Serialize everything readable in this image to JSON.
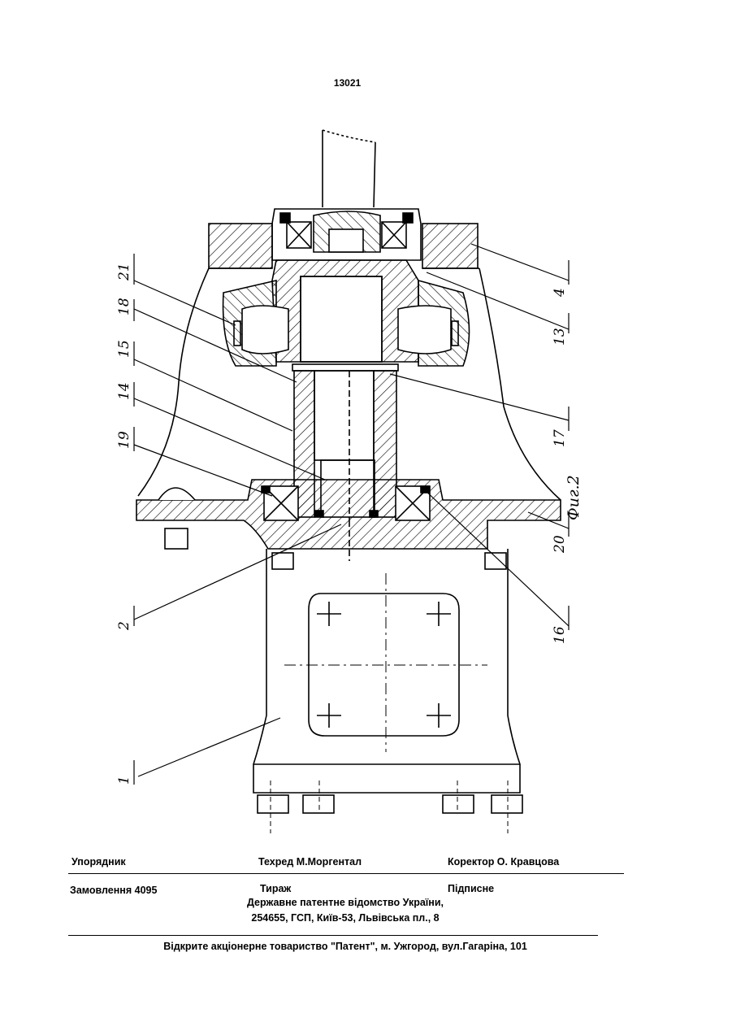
{
  "page": {
    "number": "13021"
  },
  "figure": {
    "label": "Фиг.2",
    "callouts": [
      {
        "id": "21",
        "text": "21"
      },
      {
        "id": "18",
        "text": "18"
      },
      {
        "id": "15",
        "text": "15"
      },
      {
        "id": "14",
        "text": "14"
      },
      {
        "id": "19",
        "text": "19"
      },
      {
        "id": "2",
        "text": "2"
      },
      {
        "id": "1",
        "text": "1"
      },
      {
        "id": "4",
        "text": "4"
      },
      {
        "id": "13",
        "text": "13"
      },
      {
        "id": "17",
        "text": "17"
      },
      {
        "id": "20",
        "text": "20"
      },
      {
        "id": "16",
        "text": "16"
      }
    ]
  },
  "imprint": {
    "compiler": "Упорядник",
    "tech_editor": "Техред М.Моргентал",
    "proofreader": "Коректор О. Кравцова",
    "order": "Замовлення 4095",
    "circulation": "Тираж",
    "subscription": "Підписне",
    "office": "Державне патентне відомство України,",
    "address": "254655, ГСП, Київ-53, Львівська пл., 8",
    "publisher": "Відкрите акціонерне товариство \"Патент\", м. Ужгород, вул.Гагаріна, 101"
  }
}
